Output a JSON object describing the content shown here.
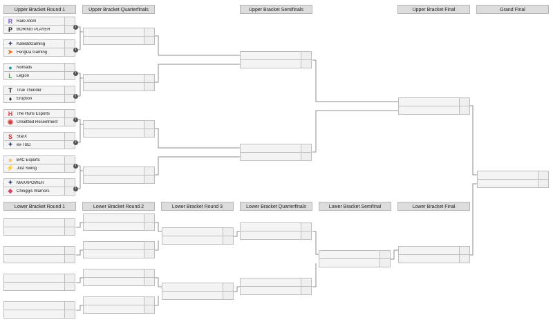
{
  "headers": [
    "Upper Bracket Round 1",
    "Upper Bracket Quarterfinals",
    "Upper Bracket Semifinals",
    "Upper Bracket Final",
    "Grand Final",
    "Lower Bracket Round 1",
    "Lower Bracket Round 2",
    "Lower Bracket Round 3",
    "Lower Bracket Quarterfinals",
    "Lower Bracket Semifinal",
    "Lower Bracket Final"
  ],
  "ub_round1": [
    {
      "teams": [
        {
          "name": "Rare Atom",
          "icon": "rare-atom-logo",
          "color": "#7b4fd6",
          "glyph": "R"
        },
        {
          "name": "BORING PLAYER",
          "icon": "boring-player-logo",
          "color": "#1a1a1a",
          "glyph": "P"
        }
      ]
    },
    {
      "teams": [
        {
          "name": "KaleidoGaming",
          "icon": "kaleido-gaming-logo",
          "color": "#3a4a6a",
          "glyph": "✦"
        },
        {
          "name": "FengDa Gaming",
          "icon": "fengda-gaming-logo",
          "color": "#e86a1a",
          "glyph": "➤"
        }
      ]
    },
    {
      "teams": [
        {
          "name": "Nomads",
          "icon": "nomads-logo",
          "color": "#2a8aa0",
          "glyph": "●"
        },
        {
          "name": "Legion",
          "icon": "legion-logo",
          "color": "#2ab04a",
          "glyph": "L"
        }
      ]
    },
    {
      "teams": [
        {
          "name": "True Thunder",
          "icon": "true-thunder-logo",
          "color": "#1a1a1a",
          "glyph": "T"
        },
        {
          "name": "Eruption",
          "icon": "eruption-logo",
          "color": "#333333",
          "glyph": "♦"
        }
      ]
    },
    {
      "teams": [
        {
          "name": "The Huns Esports",
          "icon": "the-huns-logo",
          "color": "#d23a3a",
          "glyph": "H"
        },
        {
          "name": "Unsettled Resentment",
          "icon": "unsettled-resentment-logo",
          "color": "#d23a3a",
          "glyph": "◉"
        }
      ]
    },
    {
      "teams": [
        {
          "name": "StarX",
          "icon": "starx-logo",
          "color": "#d02a2a",
          "glyph": "S"
        },
        {
          "name": "ex-TBD",
          "icon": "ex-tbd-logo",
          "color": "#3a4a6a",
          "glyph": "✦"
        }
      ]
    },
    {
      "teams": [
        {
          "name": "B4C Esports",
          "icon": "b4c-esports-logo",
          "color": "#e0a020",
          "glyph": "≡"
        },
        {
          "name": "Just Swing",
          "icon": "just-swing-logo",
          "color": "#7a3ad6",
          "glyph": "⚡"
        }
      ]
    },
    {
      "teams": [
        {
          "name": "MAXXPOWER",
          "icon": "maxxpower-logo",
          "color": "#3a4a6a",
          "glyph": "✦"
        },
        {
          "name": "Chinggis Warriors",
          "icon": "chinggis-warriors-logo",
          "color": "#d24a6a",
          "glyph": "◆"
        }
      ]
    }
  ],
  "info_icon_glyph": "i"
}
